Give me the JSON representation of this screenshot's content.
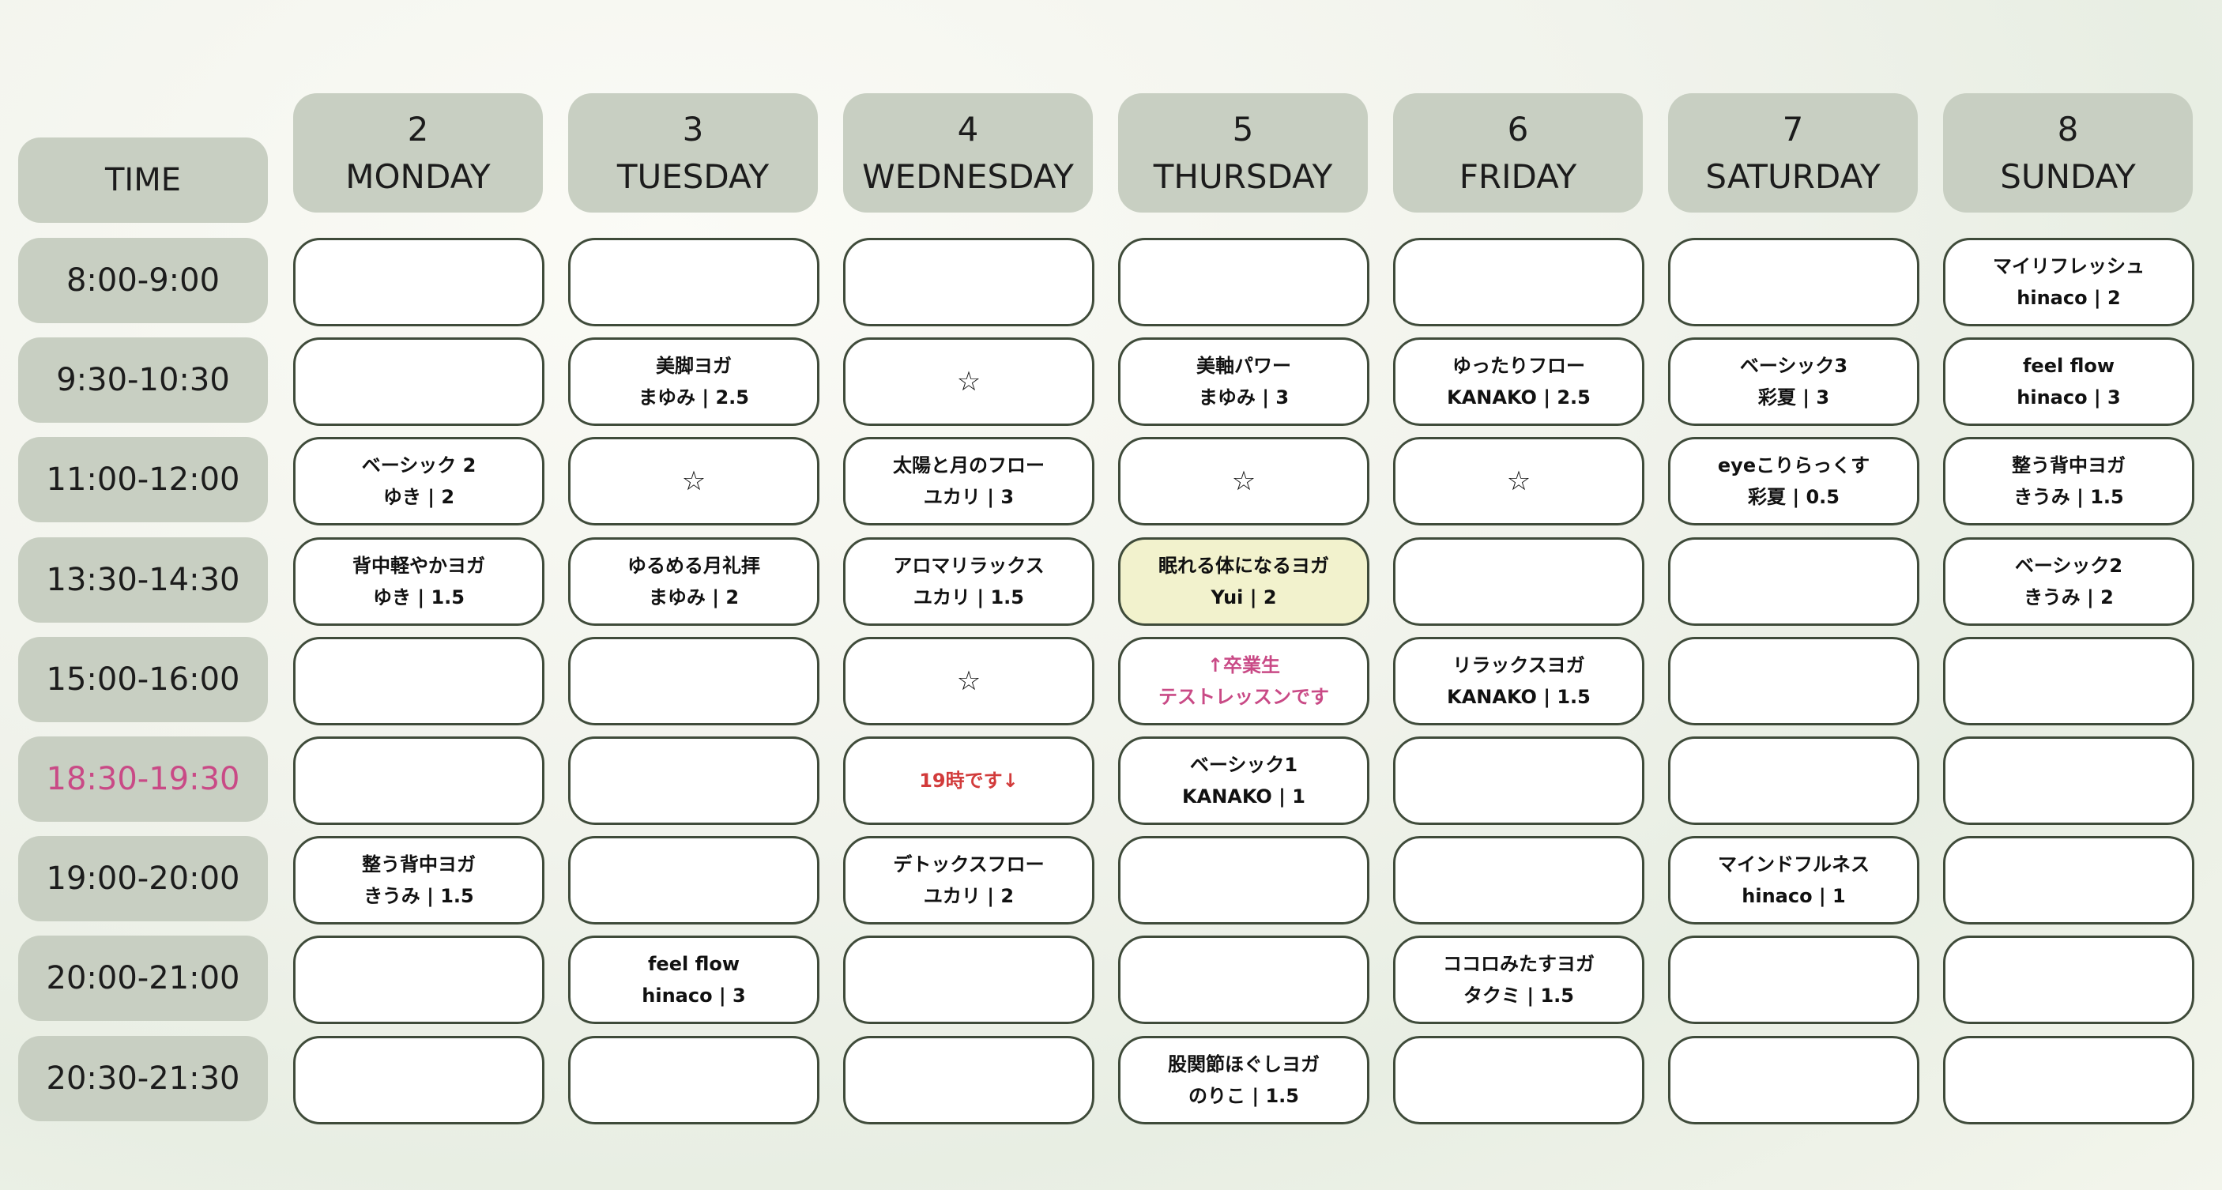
{
  "time_header": "TIME",
  "days": [
    {
      "num": "2",
      "name": "MONDAY"
    },
    {
      "num": "3",
      "name": "TUESDAY"
    },
    {
      "num": "4",
      "name": "WEDNESDAY"
    },
    {
      "num": "5",
      "name": "THURSDAY"
    },
    {
      "num": "6",
      "name": "FRIDAY"
    },
    {
      "num": "7",
      "name": "SATURDAY"
    },
    {
      "num": "8",
      "name": "SUNDAY"
    }
  ],
  "colors": {
    "header_bg": "#c8cfc2",
    "border": "#3f4b3a",
    "highlight": "#f2f2cd",
    "pink": "#c94a86",
    "red": "#d23b3b"
  },
  "rows": [
    {
      "time": "8:00-9:00",
      "cells": [
        null,
        null,
        null,
        null,
        null,
        null,
        {
          "t": "マイリフレッシュ",
          "s": "hinaco | 2"
        }
      ]
    },
    {
      "time": "9:30-10:30",
      "cells": [
        null,
        {
          "t": "美脚ヨガ",
          "s": "まゆみ | 2.5"
        },
        {
          "star": "☆"
        },
        {
          "t": "美軸パワー",
          "s": "まゆみ | 3"
        },
        {
          "t": "ゆったりフロー",
          "s": "KANAKO | 2.5"
        },
        {
          "t": "ベーシック3",
          "s": "彩夏 | 3"
        },
        {
          "t": "feel flow",
          "s": "hinaco | 3"
        }
      ]
    },
    {
      "time": "11:00-12:00",
      "cells": [
        {
          "t": "ベーシック 2",
          "s": "ゆき | 2"
        },
        {
          "star": "☆"
        },
        {
          "t": "太陽と月のフロー",
          "s": "ユカリ | 3"
        },
        {
          "star": "☆"
        },
        {
          "star": "☆"
        },
        {
          "t": "eyeこりらっくす",
          "s": "彩夏 | 0.5"
        },
        {
          "t": "整う背中ヨガ",
          "s": "きうみ | 1.5"
        }
      ]
    },
    {
      "time": "13:30-14:30",
      "cells": [
        {
          "t": "背中軽やかヨガ",
          "s": "ゆき | 1.5"
        },
        {
          "t": "ゆるめる月礼拝",
          "s": "まゆみ | 2"
        },
        {
          "t": "アロマリラックス",
          "s": "ユカリ | 1.5"
        },
        {
          "t": "眠れる体になるヨガ",
          "s": "Yui | 2",
          "hl": true
        },
        null,
        null,
        {
          "t": "ベーシック2",
          "s": "きうみ | 2"
        }
      ]
    },
    {
      "time": "15:00-16:00",
      "cells": [
        null,
        null,
        {
          "star": "☆"
        },
        {
          "t": "↑卒業生",
          "s": "テストレッスンです",
          "pink": true
        },
        {
          "t": "リラックスヨガ",
          "s": "KANAKO | 1.5"
        },
        null,
        null
      ]
    },
    {
      "time": "18:30-19:30",
      "pink": true,
      "cells": [
        null,
        null,
        {
          "note": "19時です↓"
        },
        {
          "t": "ベーシック1",
          "s": "KANAKO | 1"
        },
        null,
        null,
        null
      ]
    },
    {
      "time": "19:00-20:00",
      "cells": [
        {
          "t": "整う背中ヨガ",
          "s": "きうみ | 1.5"
        },
        null,
        {
          "t": "デトックスフロー",
          "s": "ユカリ | 2"
        },
        null,
        null,
        {
          "t": "マインドフルネス",
          "s": "hinaco | 1"
        },
        null
      ]
    },
    {
      "time": "20:00-21:00",
      "cells": [
        null,
        {
          "t": "feel flow",
          "s": "hinaco | 3"
        },
        null,
        null,
        {
          "t": "ココロみたすヨガ",
          "s": "タクミ | 1.5"
        },
        null,
        null
      ]
    },
    {
      "time": "20:30-21:30",
      "cells": [
        null,
        null,
        null,
        {
          "t": "股関節ほぐしヨガ",
          "s": "のりこ | 1.5"
        },
        null,
        null,
        null
      ]
    }
  ]
}
